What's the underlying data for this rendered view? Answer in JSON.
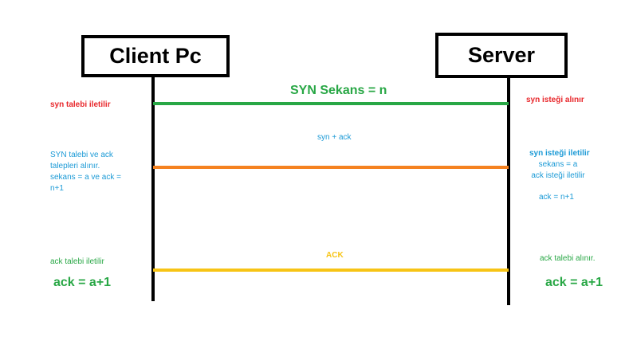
{
  "colors": {
    "syn": "#28a745",
    "synack": "#f58220",
    "ack": "#f7c415",
    "red": "#e8272b",
    "blue": "#1b9ad6",
    "green": "#28a745"
  },
  "participants": {
    "client": "Client Pc",
    "server": "Server"
  },
  "messages": {
    "syn_label": "SYN Sekans = n",
    "synack_label": "syn + ack",
    "ack_label": "ACK"
  },
  "client_notes": {
    "syn": "syn talebi iletilir",
    "synack_lines": [
      "SYN talebi ve ack",
      "talepleri alınır.",
      "sekans = a  ve ack =",
      "n+1"
    ],
    "ack": "ack talebi iletilir",
    "ack_value": "ack =  a+1"
  },
  "server_notes": {
    "syn": "syn isteği alınır",
    "synack_lines": [
      "syn isteği iletilir",
      "sekans = a",
      "ack isteği iletilir"
    ],
    "synack_value": "ack = n+1",
    "ack": "ack talebi alınır.",
    "ack_value": "ack =  a+1"
  }
}
